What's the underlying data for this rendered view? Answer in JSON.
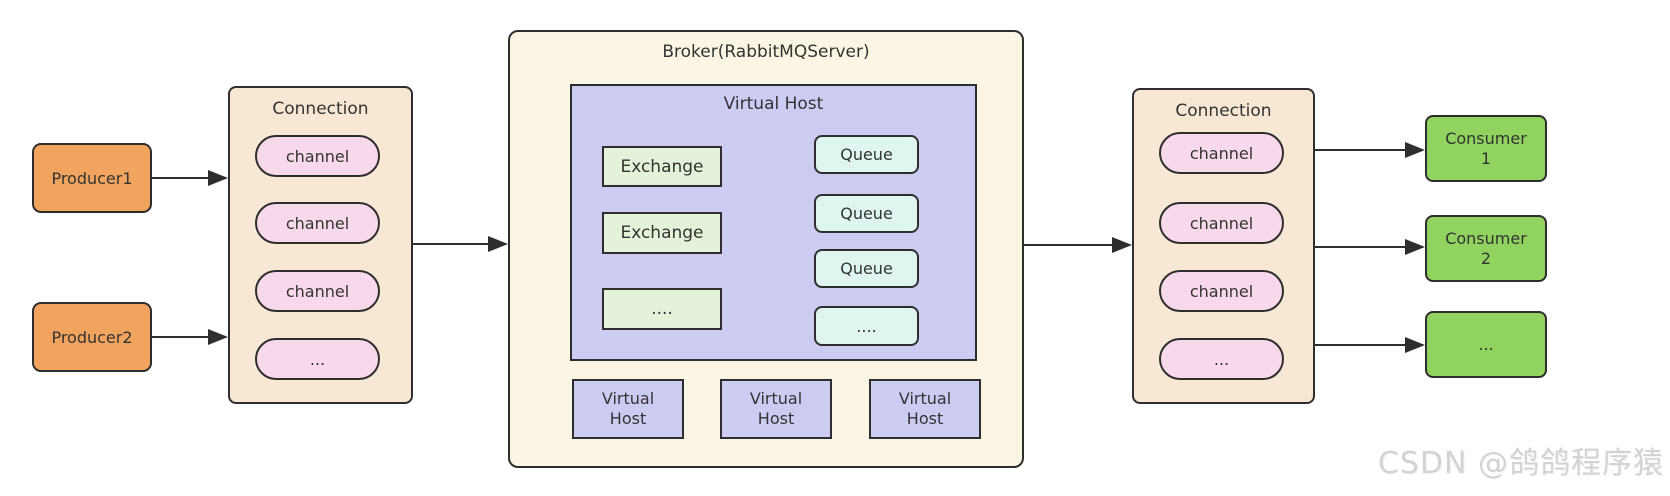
{
  "diagram": {
    "producers": [
      {
        "label": "Producer1"
      },
      {
        "label": "Producer2"
      }
    ],
    "connection_left": {
      "title": "Connection",
      "channels": [
        "channel",
        "channel",
        "channel",
        "..."
      ]
    },
    "broker": {
      "title": "Broker(RabbitMQServer)",
      "virtual_host_main": {
        "title": "Virtual Host",
        "exchanges": [
          "Exchange",
          "Exchange",
          "...."
        ],
        "queues": [
          "Queue",
          "Queue",
          "Queue",
          "...."
        ]
      },
      "virtual_hosts_bottom": [
        "Virtual\nHost",
        "Virtual\nHost",
        "Virtual\nHost"
      ]
    },
    "connection_right": {
      "title": "Connection",
      "channels": [
        "channel",
        "channel",
        "channel",
        "..."
      ]
    },
    "consumers": [
      "Consumer\n1",
      "Consumer\n2",
      "..."
    ],
    "watermark": "CSDN @鸽鸽程序猿",
    "colors": {
      "producer_fill": "#f0a45e",
      "connection_fill": "#f8e7d3",
      "channel_fill": "#f7d9eb",
      "broker_fill": "#faf6e3",
      "virtual_host_fill": "#ccccf2",
      "exchange_fill": "#e3f2d8",
      "queue_fill": "#def5f0",
      "consumer_fill": "#90d35f",
      "stroke": "#2e2e2e",
      "watermark_text": "#d3d3d3"
    }
  }
}
